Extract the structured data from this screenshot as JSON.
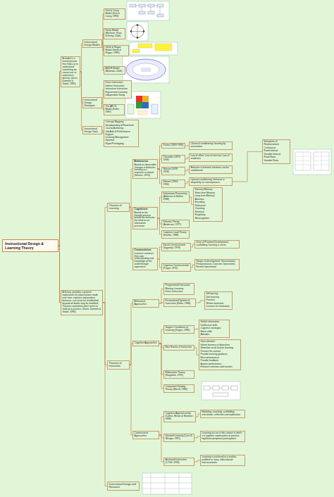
{
  "diagram": {
    "nodes": [
      {
        "text": [
          "Instructional Design & Learning Theory"
        ]
      },
      {
        "text": [
          "A model is a mental picture that helps us to understand something we cannot see or experience directly. (Dorin, Demmin & Gabel, 1990)"
        ]
      },
      {
        "text": [
          "Instructional Design Models"
        ]
      },
      {
        "text": [
          "Dick & Carey Model (Dick & Carey, 1996)"
        ]
      },
      {
        "text": [
          "Kemp Model (Morrison, Ross & Kemp, 2004)"
        ]
      },
      {
        "text": [
          "Smith & Ragan Model (Smith & Ragan, 1999)"
        ]
      },
      {
        "text": [
          "ADDIE Model (Molenda, 2003)"
        ]
      },
      {
        "text": [
          "Instructional Design Strategies"
        ]
      },
      {
        "text": [
          "Direct Instruction",
          "Indirect Instruction",
          "Interactive Instruction",
          "Experiential Learning",
          "Independent Study"
        ]
      },
      {
        "text": [
          "The ARCS Model (Keller, 1987)"
        ]
      },
      {
        "text": [
          "Instructional Design Tools"
        ]
      },
      {
        "text": [
          "Concept Mapping",
          "Storyboarding & Flowcharts",
          "Course Authoring",
          "Job Aids & Performance Support",
          "Learning Management Systems",
          "Rapid Prototyping"
        ]
      },
      {
        "text": [
          "A theory: provides a general explanation for observations made over time; explains and predicts behavior; can never be established beyond all doubt; may be modified. Theories sometimes don't seem to hold up in practice. (Dorin, Demmin & Gabel, 1990)"
        ]
      },
      {
        "text": [
          "Theories of Learning"
        ]
      },
      {
        "text": [
          "Behaviorism",
          "Based on observable changes in behavior; learning is a response to stimuli (Skinner, 1974)"
        ]
      },
      {
        "text": [
          "Cognitivism",
          "Based on the thought process behind the behavior; the mind as an information processor"
        ]
      },
      {
        "text": [
          "Constructivism",
          "Learners construct their own understanding and knowledge of the world through experience"
        ]
      },
      {
        "text": [
          "Pavlov (1849-1936)"
        ]
      },
      {
        "text": [
          "Classical conditioning: learning by association"
        ]
      },
      {
        "text": [
          "Thorndike (1874-1949)"
        ]
      },
      {
        "text": [
          "Law of effect; Law of exercise; Law of readiness"
        ]
      },
      {
        "text": [
          "Watson (1878-1958)"
        ]
      },
      {
        "text": [
          "Behavior is learned; emotions can be conditioned"
        ]
      },
      {
        "text": [
          "Skinner (1904-1990)"
        ]
      },
      {
        "text": [
          "Operant conditioning: behavior is shaped by its consequences"
        ]
      },
      {
        "text": [
          "Schedules of Reinforcement",
          "Continuous",
          "Fixed Interval",
          "Variable Interval",
          "Fixed Ratio",
          "Variable Ratio"
        ]
      },
      {
        "text": [
          "Information Processing (Atkinson & Shiffrin, 1968)"
        ]
      },
      {
        "text": [
          "Sensory Memory",
          "Short-term Memory",
          "Long-term Memory",
          "Attention",
          "Encoding",
          "Rehearsal",
          "Chunking",
          "Retrieval",
          "Forgetting",
          "Metacognition"
        ]
      },
      {
        "text": [
          "Schema Theory (Anderson, 1977)"
        ]
      },
      {
        "text": [
          "Cognitive Load Theory (Sweller, 1988)"
        ]
      },
      {
        "text": [
          "Social Constructivism (Vygotsky, 1978)"
        ]
      },
      {
        "text": [
          "Zone of Proximal Development; scaffolding; learning is social"
        ]
      },
      {
        "text": [
          "Cognitive Constructivism (Piaget, 1970)"
        ]
      },
      {
        "text": [
          "Stages of development: Sensorimotor, Preoperational, Concrete Operational, Formal Operational"
        ]
      },
      {
        "text": [
          "Theories of Instruction"
        ]
      },
      {
        "text": [
          "Behavioral Approaches"
        ]
      },
      {
        "text": [
          "Programmed Instruction",
          "Mastery Learning",
          "Direct Instruction"
        ]
      },
      {
        "text": [
          "Personalized System of Instruction (Keller, 1968)"
        ]
      },
      {
        "text": [
          "Self-pacing",
          "Unit mastery",
          "Proctors",
          "Written materials",
          "Lectures for motivation"
        ]
      },
      {
        "text": [
          "Cognitive Approaches"
        ]
      },
      {
        "text": [
          "Gagne's Conditions of Learning (Gagne, 1985)"
        ]
      },
      {
        "text": [
          "Verbal information",
          "Intellectual skills",
          "Cognitive strategies",
          "Motor skills",
          "Attitudes"
        ]
      },
      {
        "text": [
          "Nine Events of Instruction"
        ]
      },
      {
        "text": [
          "Gain attention",
          "Inform learners of objectives",
          "Stimulate recall of prior learning",
          "Present the content",
          "Provide learning guidance",
          "Elicit performance",
          "Provide feedback",
          "Assess performance",
          "Enhance retention and transfer"
        ]
      },
      {
        "text": [
          "Elaboration Theory (Reigeluth, 1979)"
        ]
      },
      {
        "text": [
          "Component Display Theory (Merrill, 1983)"
        ]
      },
      {
        "text": [
          "Constructivist Approaches"
        ]
      },
      {
        "text": [
          "Cognitive Apprenticeship (Collins, Brown & Newman, 1989)"
        ]
      },
      {
        "text": [
          "Modeling, coaching, scaffolding, articulation, reflection and exploration"
        ]
      },
      {
        "text": [
          "Situated Learning (Lave & Wenger, 1991)"
        ]
      },
      {
        "text": [
          "Learning occurs in the context in which it is applied; communities of practice; legitimate peripheral participation"
        ]
      },
      {
        "text": [
          "Anchored Instruction (CTGV, 1990)"
        ]
      },
      {
        "text": [
          "Learning is anchored in a realistic problem or story; video-based macrocontexts"
        ]
      },
      {
        "text": [
          "Instructional Design and Research"
        ]
      }
    ],
    "edges": [
      {
        "from": 0,
        "to": 1,
        "arrow": "none"
      },
      {
        "from": 0,
        "to": 12,
        "arrow": "none"
      },
      {
        "from": 1,
        "to": 2,
        "arrow": "none"
      },
      {
        "from": 1,
        "to": 7,
        "arrow": "none"
      },
      {
        "from": 1,
        "to": 10,
        "arrow": "none"
      },
      {
        "from": 2,
        "to": 3,
        "arrow": "none"
      },
      {
        "from": 2,
        "to": 4,
        "arrow": "none"
      },
      {
        "from": 2,
        "to": 5,
        "arrow": "none"
      },
      {
        "from": 2,
        "to": 6,
        "arrow": "none"
      },
      {
        "from": 7,
        "to": 8,
        "arrow": "none"
      },
      {
        "from": 7,
        "to": 9,
        "arrow": "none"
      },
      {
        "from": 10,
        "to": 11,
        "arrow": "none"
      },
      {
        "from": 12,
        "to": 13,
        "arrow": "none"
      },
      {
        "from": 12,
        "to": 34,
        "arrow": "none"
      },
      {
        "from": 12,
        "to": 53,
        "arrow": "none"
      },
      {
        "from": 13,
        "to": 14,
        "arrow": "none"
      },
      {
        "from": 13,
        "to": 15,
        "arrow": "none"
      },
      {
        "from": 13,
        "to": 16,
        "arrow": "none"
      },
      {
        "from": 14,
        "to": 17,
        "arrow": "none"
      },
      {
        "from": 14,
        "to": 19,
        "arrow": "none"
      },
      {
        "from": 14,
        "to": 21,
        "arrow": "none"
      },
      {
        "from": 14,
        "to": 23,
        "arrow": "none"
      },
      {
        "from": 17,
        "to": 18,
        "arrow": "none"
      },
      {
        "from": 19,
        "to": 20,
        "arrow": "none"
      },
      {
        "from": 21,
        "to": 22,
        "arrow": "none"
      },
      {
        "from": 23,
        "to": 24,
        "arrow": "none"
      },
      {
        "from": 24,
        "to": 25,
        "arrow": "none"
      },
      {
        "from": 15,
        "to": 26,
        "arrow": "none"
      },
      {
        "from": 15,
        "to": 28,
        "arrow": "none"
      },
      {
        "from": 15,
        "to": 29,
        "arrow": "none"
      },
      {
        "from": 26,
        "to": 27,
        "arrow": "none"
      },
      {
        "from": 16,
        "to": 30,
        "arrow": "none"
      },
      {
        "from": 16,
        "to": 32,
        "arrow": "none"
      },
      {
        "from": 30,
        "to": 31,
        "arrow": "none"
      },
      {
        "from": 32,
        "to": 33,
        "arrow": "none"
      },
      {
        "from": 34,
        "to": 35,
        "arrow": "none"
      },
      {
        "from": 34,
        "to": 39,
        "arrow": "none"
      },
      {
        "from": 34,
        "to": 46,
        "arrow": "none"
      },
      {
        "from": 35,
        "to": 36,
        "arrow": "none"
      },
      {
        "from": 35,
        "to": 37,
        "arrow": "none"
      },
      {
        "from": 37,
        "to": 38,
        "arrow": "none"
      },
      {
        "from": 39,
        "to": 40,
        "arrow": "none"
      },
      {
        "from": 39,
        "to": 42,
        "arrow": "none"
      },
      {
        "from": 39,
        "to": 44,
        "arrow": "none"
      },
      {
        "from": 39,
        "to": 45,
        "arrow": "none"
      },
      {
        "from": 40,
        "to": 41,
        "arrow": "none"
      },
      {
        "from": 42,
        "to": 43,
        "arrow": "none"
      },
      {
        "from": 46,
        "to": 47,
        "arrow": "none"
      },
      {
        "from": 46,
        "to": 49,
        "arrow": "none"
      },
      {
        "from": 46,
        "to": 51,
        "arrow": "none"
      },
      {
        "from": 47,
        "to": 48,
        "arrow": "none"
      },
      {
        "from": 49,
        "to": 50,
        "arrow": "none"
      },
      {
        "from": 51,
        "to": 52,
        "arrow": "none"
      }
    ]
  }
}
